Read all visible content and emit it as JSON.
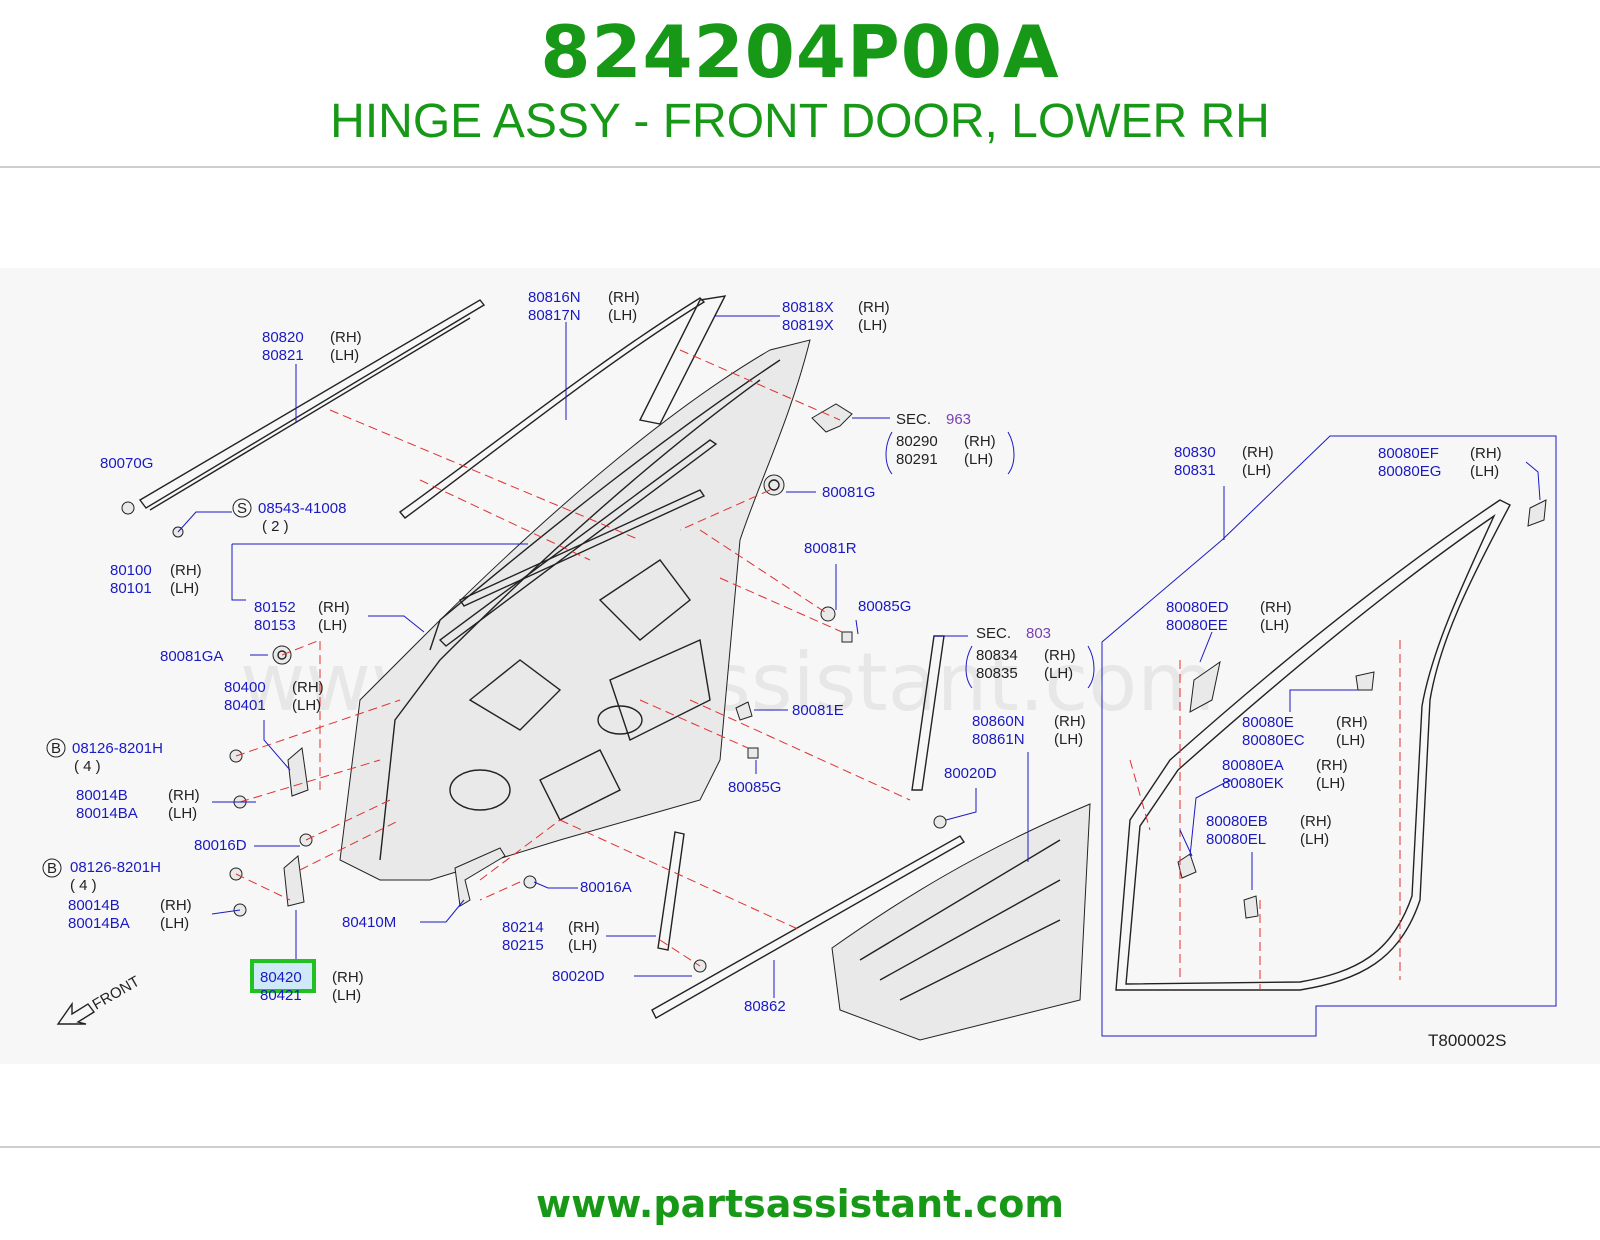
{
  "header": {
    "part_number": "824204P00A",
    "title": "HINGE ASSY - FRONT DOOR, LOWER RH"
  },
  "footer": {
    "url": "www.partsassistant.com"
  },
  "diagram": {
    "watermark": "www.partsassistant.com",
    "code": "T800002S",
    "front_label": "FRONT",
    "labels": {
      "p80816N": "80816N",
      "p80817N": "80817N",
      "p80818X": "80818X",
      "p80819X": "80819X",
      "p80820": "80820",
      "p80821": "80821",
      "p80070G": "80070G",
      "p08543": "08543-41008",
      "q2": "( 2 )",
      "p80100": "80100",
      "p80101": "80101",
      "p80152": "80152",
      "p80153": "80153",
      "p80081GA": "80081GA",
      "p80400": "80400",
      "p80401": "80401",
      "p08126a": "08126-8201H",
      "q4a": "( 4 )",
      "p80014Ba": "80014B",
      "p80014BAa": "80014BA",
      "p80016D": "80016D",
      "p08126b": "08126-8201H",
      "q4b": "( 4 )",
      "p80014Bb": "80014B",
      "p80014BAb": "80014BA",
      "p80420": "80420",
      "p80421": "80421",
      "p80410M": "80410M",
      "p80016A": "80016A",
      "p80214": "80214",
      "p80215": "80215",
      "p80020Da": "80020D",
      "p80862": "80862",
      "p80085Ga": "80085G",
      "p80081E": "80081E",
      "p80081R": "80081R",
      "p80085Gb": "80085G",
      "p80081G": "80081G",
      "sec963": "SEC.",
      "sec963n": "963",
      "p80290": "80290",
      "p80291": "80291",
      "sec803": "SEC.",
      "sec803n": "803",
      "p80834": "80834",
      "p80835": "80835",
      "p80860N": "80860N",
      "p80861N": "80861N",
      "p80020Db": "80020D",
      "p80830": "80830",
      "p80831": "80831",
      "p80080EF": "80080EF",
      "p80080EG": "80080EG",
      "p80080ED": "80080ED",
      "p80080EE": "80080EE",
      "p80080E": "80080E",
      "p80080EC": "80080EC",
      "p80080EA": "80080EA",
      "p80080EK": "80080EK",
      "p80080EB": "80080EB",
      "p80080EL": "80080EL",
      "rh": "(RH)",
      "lh": "(LH)",
      "circle_s": "S",
      "circle_b": "B"
    },
    "highlighted_part": "80420",
    "highlight_color": "#22c022"
  }
}
